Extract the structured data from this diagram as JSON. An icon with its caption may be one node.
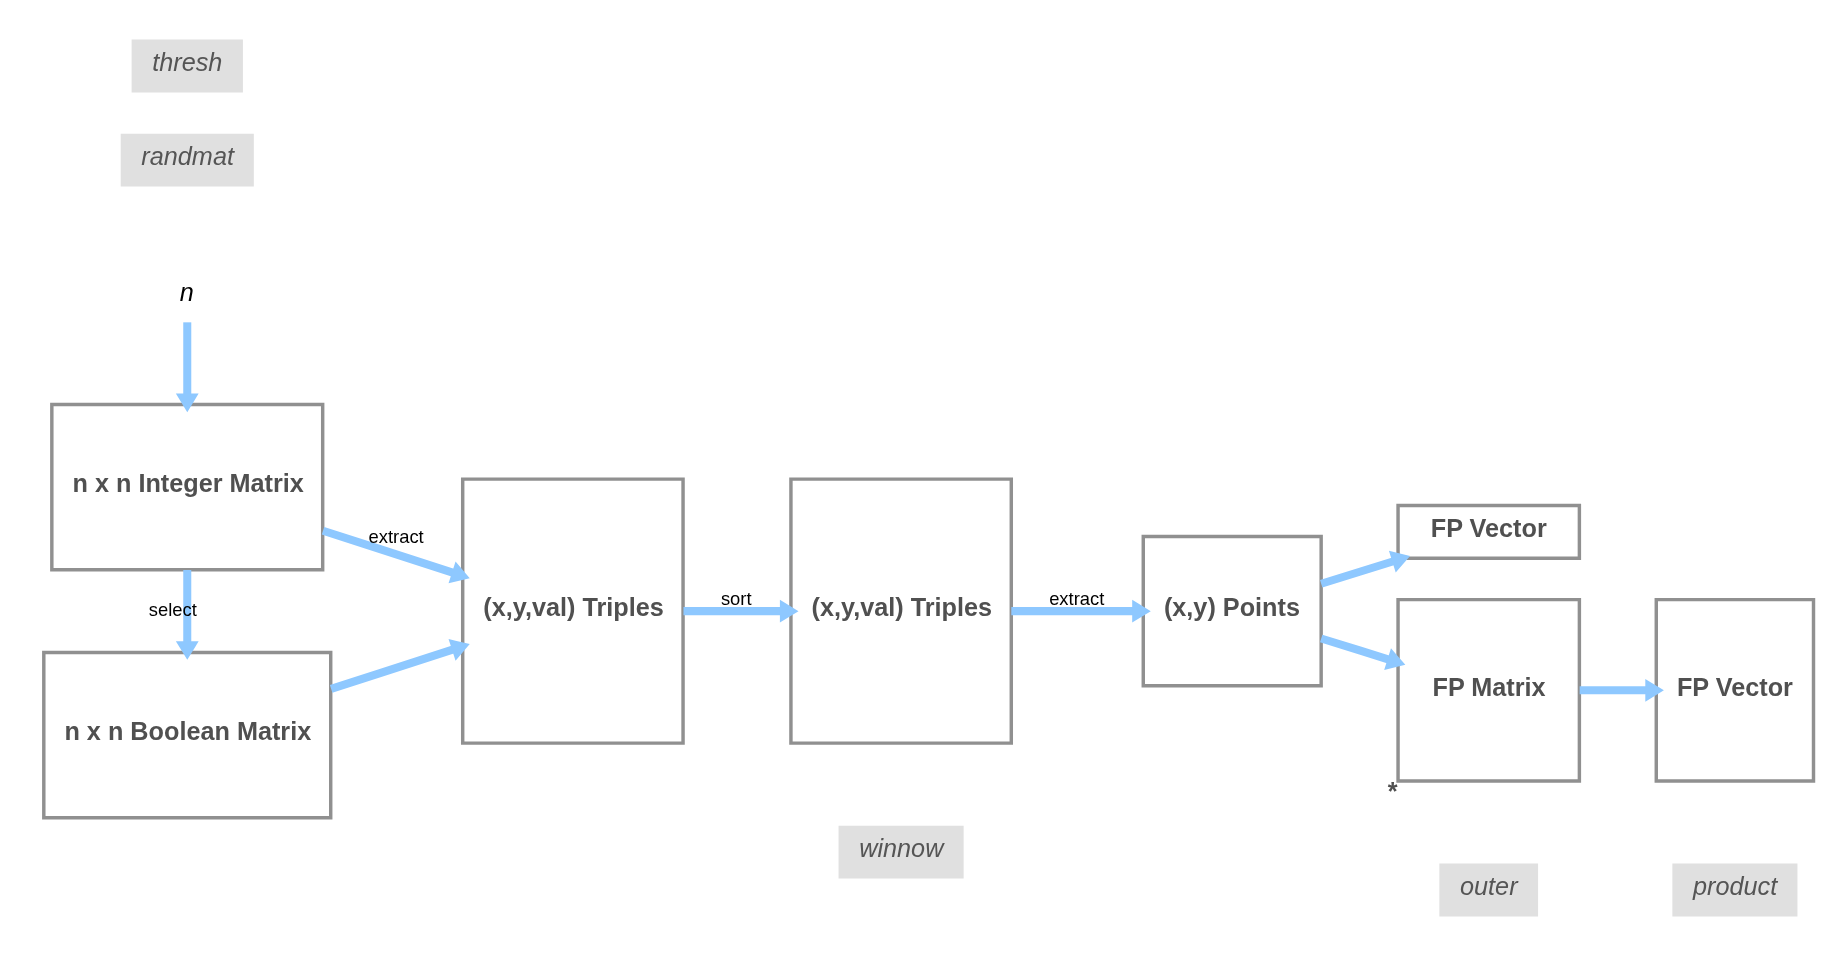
{
  "diagram": {
    "nodes": [
      {
        "text": [
          "n"
        ]
      },
      {
        "text": [
          "n x n Integer Matrix"
        ]
      },
      {
        "text": [
          "n x n Boolean Matrix"
        ]
      },
      {
        "text": [
          "(x,y,val) Triples"
        ]
      },
      {
        "text": [
          "(x,y,val) Triples"
        ]
      },
      {
        "text": [
          "(x,y) Points"
        ]
      },
      {
        "text": [
          "FP Vector"
        ]
      },
      {
        "text": [
          "FP Matrix"
        ],
        "beside": [
          "*"
        ]
      },
      {
        "text": [
          "FP Vector"
        ]
      },
      {
        "text": [
          "randmat"
        ]
      },
      {
        "text": [
          "thresh"
        ]
      },
      {
        "text": [
          "winnow"
        ]
      },
      {
        "text": [
          "outer"
        ]
      },
      {
        "text": [
          "product"
        ]
      }
    ],
    "edges": [
      {
        "from": 0,
        "to": 1,
        "arrow": "to"
      },
      {
        "from": 1,
        "to": 2,
        "label": "select",
        "arrow": "to"
      },
      {
        "from": 1,
        "to": 3,
        "label": "extract",
        "arrow": "to"
      },
      {
        "from": 2,
        "to": 3,
        "arrow": "to"
      },
      {
        "from": 3,
        "to": 4,
        "label": "sort",
        "arrow": "to"
      },
      {
        "from": 4,
        "to": 5,
        "label": "extract",
        "arrow": "to"
      },
      {
        "from": 5,
        "to": 6,
        "arrow": "to"
      },
      {
        "from": 5,
        "to": 7,
        "arrow": "to"
      },
      {
        "from": 7,
        "to": 8,
        "arrow": "to"
      }
    ]
  }
}
